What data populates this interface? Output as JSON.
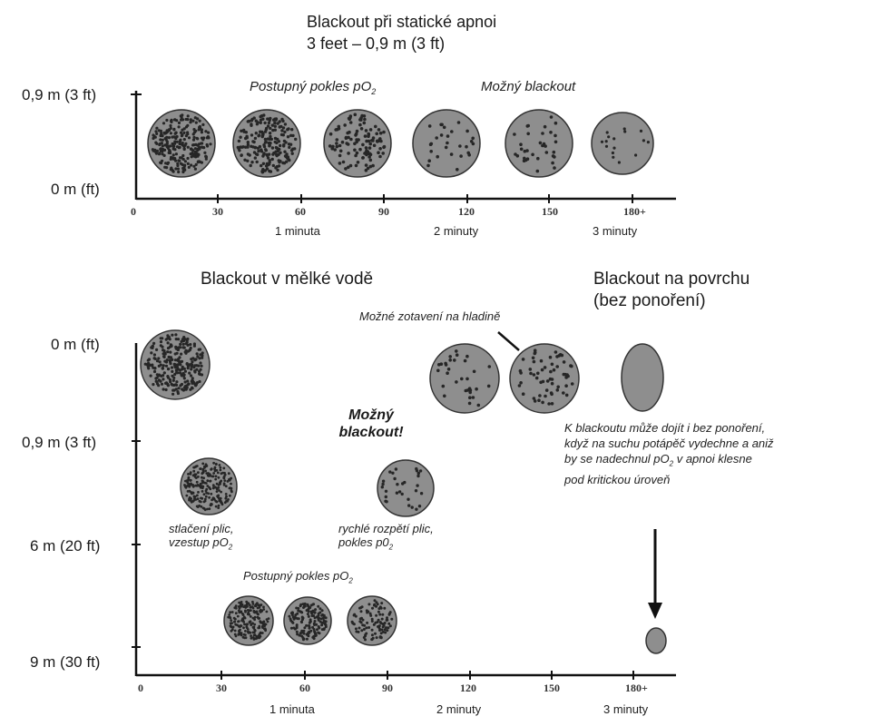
{
  "top_title": {
    "line1": "Blackout při statické apnoi",
    "line2": "3 feet – 0,9 m (3 ft)"
  },
  "top": {
    "y_labels": [
      "0,9 m (3 ft)",
      "0 m (ft)"
    ],
    "x_ticks": [
      "0",
      "30",
      "60",
      "90",
      "120",
      "150",
      "180+"
    ],
    "minutes": [
      "1 minuta",
      "2 minuty",
      "3 minuty"
    ],
    "annotation_left": "Postupný pokles pO",
    "annotation_left_sub": "2",
    "annotation_right": "Možný blackout"
  },
  "bottom": {
    "section_title": "Blackout v mělké vodě",
    "surface_title_line1": "Blackout na povrchu",
    "surface_title_line2": "(bez ponoření)",
    "y_labels": [
      "0 m (ft)",
      "0,9 m (3 ft)",
      "6 m (20 ft)",
      "9 m (30 ft)"
    ],
    "x_ticks": [
      "0",
      "30",
      "60",
      "90",
      "120",
      "150",
      "180+"
    ],
    "minutes": [
      "1 minuta",
      "2 minuty",
      "3 minuty"
    ],
    "recovery_note": "Možné zotavení na hladině",
    "blackout_line1": "Možný",
    "blackout_line2": "blackout!",
    "compress_line1": "stlačení plic,",
    "compress_line2": "vzestup pO",
    "compress_sub": "2",
    "expand_line1": "rychlé rozpětí plic,",
    "expand_line2": "pokles p0",
    "expand_sub": "2",
    "gradual_note": "Postupný pokles pO",
    "gradual_sub": "2",
    "surface_note_line1": "K blackoutu může dojít i bez ponoření,",
    "surface_note_line2": "když na suchu potápěč vydechne a aniž",
    "surface_note_line3a": "by se nadechnul pO",
    "surface_note_sub": "2",
    "surface_note_line3b": " v apnoi klesne",
    "surface_note_line4": "pod kritickou úroveň"
  },
  "colors": {
    "circle_fill": "#8e8e8e",
    "dot": "#262626",
    "axis": "#111111"
  }
}
